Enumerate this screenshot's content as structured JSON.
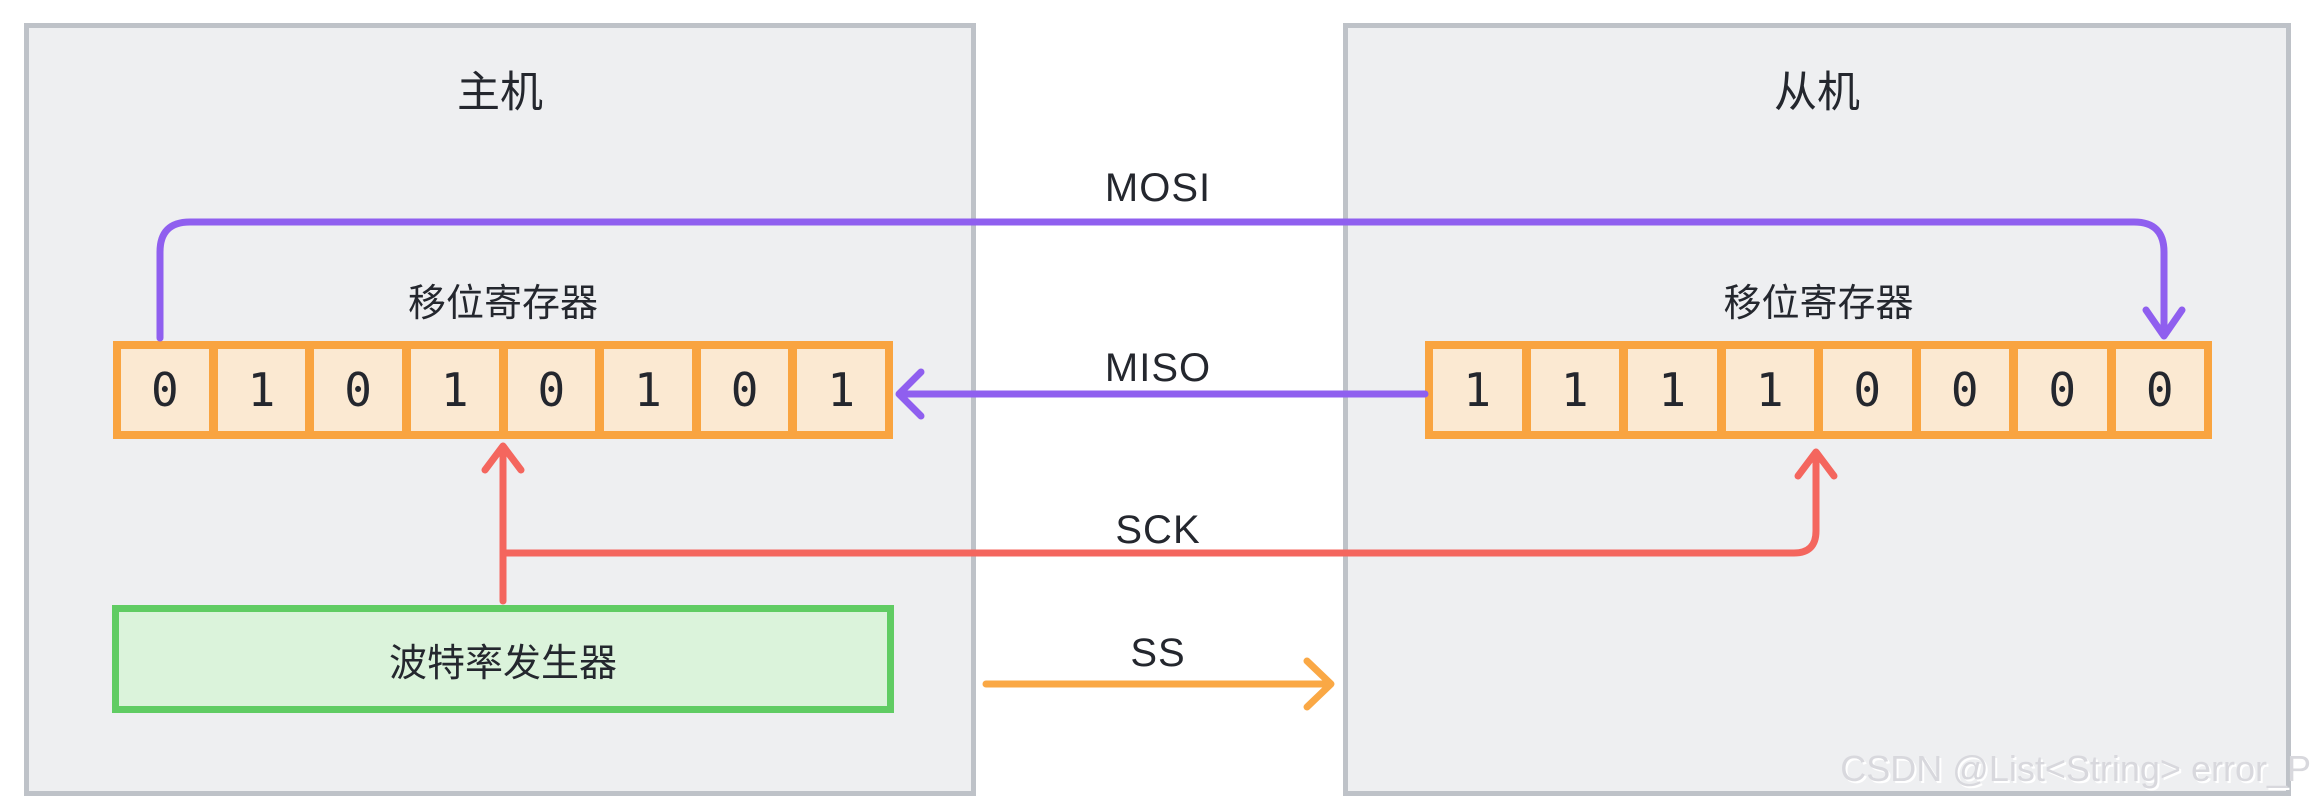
{
  "master": {
    "title": "主机",
    "register_label": "移位寄存器",
    "bits": [
      "0",
      "1",
      "0",
      "1",
      "0",
      "1",
      "0",
      "1"
    ],
    "baud_label": "波特率发生器"
  },
  "slave": {
    "title": "从机",
    "register_label": "移位寄存器",
    "bits": [
      "1",
      "1",
      "1",
      "1",
      "0",
      "0",
      "0",
      "0"
    ]
  },
  "signals": {
    "mosi": "MOSI",
    "miso": "MISO",
    "sck": "SCK",
    "ss": "SS"
  },
  "watermark": "CSDN @List<String> error_P",
  "colors": {
    "mosi_miso_line": "#8f5fef",
    "sck_line": "#f4665e",
    "ss_line": "#faa845",
    "register_border": "#f9a440",
    "register_fill": "#fbe9d2",
    "baud_border": "#60cc63",
    "baud_fill": "#dbf3db",
    "box_border": "#bec2c8",
    "box_fill": "#eeeff1",
    "text": "#24272e"
  }
}
